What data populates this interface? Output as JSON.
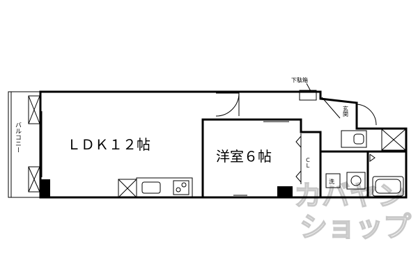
{
  "rooms": {
    "ldk": "ＬＤＫ１２帖",
    "western_room": "洋室６帖",
    "balcony": "バルコニー",
    "closet": "ＣＬ",
    "entrance": "玄関",
    "shoe_box": "下駄箱",
    "washer": "洗"
  },
  "watermark": {
    "line1": "カバヤン",
    "line2": "ショップ"
  }
}
